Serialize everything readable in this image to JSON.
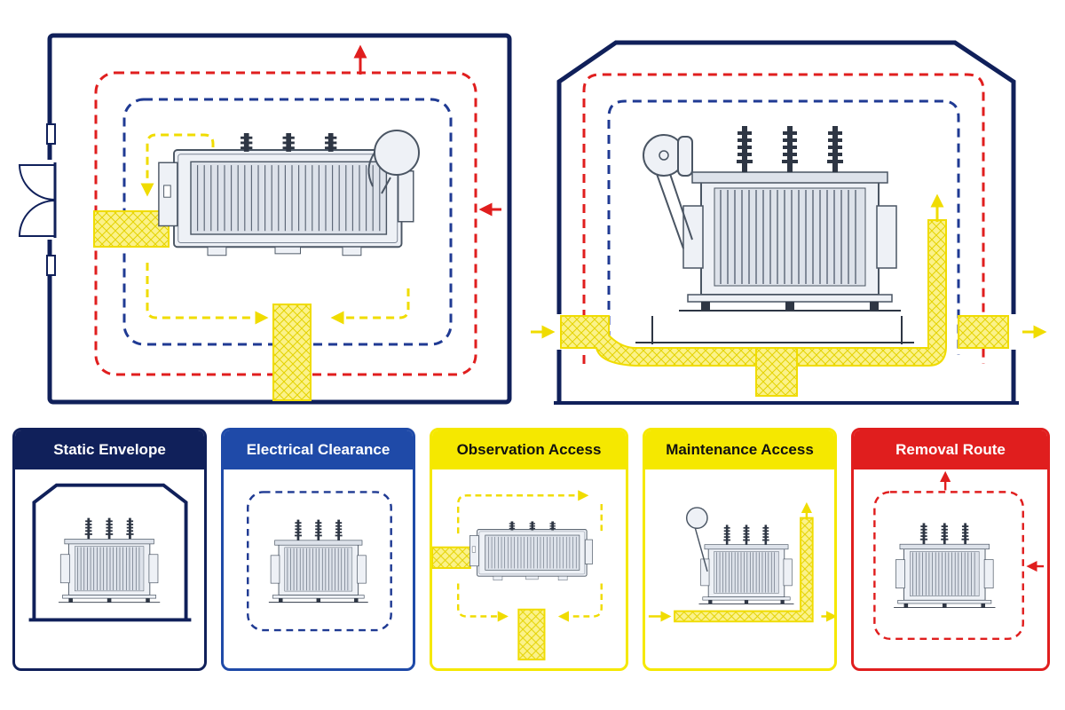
{
  "colors": {
    "navy": "#10205a",
    "blue": "#1f3a93",
    "yellow": "#f2e200",
    "red": "#e01e1e",
    "transformer": "#4a5563"
  },
  "cards": [
    {
      "id": "static-envelope",
      "label": "Static Envelope",
      "header_bg": "#10205a",
      "header_fg": "#ffffff",
      "border": "#10205a"
    },
    {
      "id": "electrical-clearance",
      "label": "Electrical Clearance",
      "header_bg": "#1f4aa8",
      "header_fg": "#ffffff",
      "border": "#1f4aa8"
    },
    {
      "id": "observation-access",
      "label": "Observation Access",
      "header_bg": "#f5e800",
      "header_fg": "#111111",
      "border": "#f5e800"
    },
    {
      "id": "maintenance-access",
      "label": "Maintenance Access",
      "header_bg": "#f5e800",
      "header_fg": "#111111",
      "border": "#f5e800"
    },
    {
      "id": "removal-route",
      "label": "Removal Route",
      "header_bg": "#e01e1e",
      "header_fg": "#ffffff",
      "border": "#e01e1e"
    }
  ],
  "icons": [
    "transformer-icon",
    "conservator-tank-icon",
    "bushing-icon",
    "double-door-icon",
    "arrow-icon"
  ]
}
